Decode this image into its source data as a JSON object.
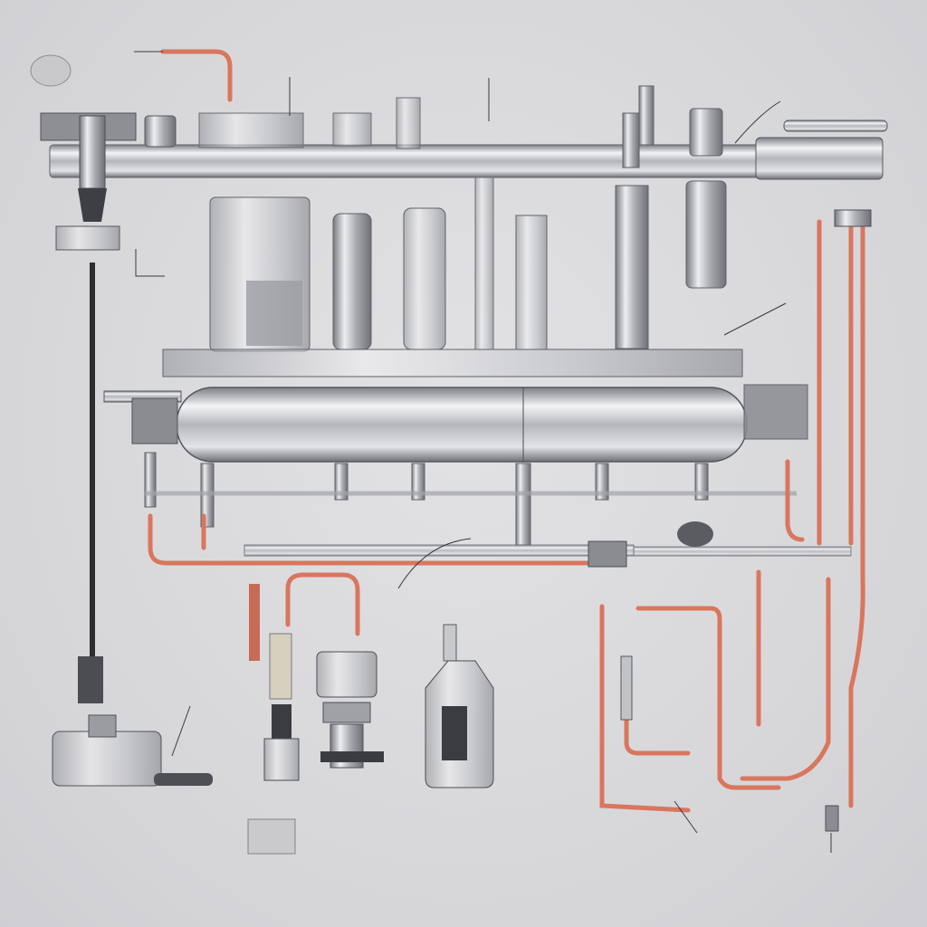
{
  "colors": {
    "background": "#d9d9dc",
    "pipe_copper": "#d9765e",
    "pipe_steel": "#9a9ca3",
    "ink": "#2a2a2e"
  },
  "labels": [
    {
      "id": "label-top-left",
      "lines": [
        "",
        "",
        ""
      ]
    },
    {
      "id": "label-top-2",
      "lines": [
        "",
        ""
      ]
    },
    {
      "id": "label-top-3",
      "lines": [
        "",
        ""
      ]
    },
    {
      "id": "label-top-4",
      "lines": [
        ""
      ]
    },
    {
      "id": "label-top-5",
      "lines": [
        "",
        ""
      ]
    },
    {
      "id": "label-top-right",
      "lines": [
        "",
        ""
      ]
    },
    {
      "id": "label-left-box",
      "lines": [
        ""
      ]
    },
    {
      "id": "label-mid-column",
      "lines": [
        "",
        ""
      ]
    },
    {
      "id": "label-right-mid",
      "lines": [
        ""
      ]
    },
    {
      "id": "label-valve",
      "lines": [
        ""
      ]
    },
    {
      "id": "label-bottom-left-a",
      "lines": [
        "",
        ""
      ]
    },
    {
      "id": "label-bottom-left-b",
      "lines": [
        ""
      ]
    },
    {
      "id": "label-center-a",
      "lines": [
        "",
        ""
      ]
    },
    {
      "id": "label-center-b",
      "lines": [
        "",
        ""
      ]
    },
    {
      "id": "label-right-lower",
      "lines": [
        "",
        ""
      ]
    },
    {
      "id": "label-bottom-1",
      "lines": [
        "",
        ""
      ]
    },
    {
      "id": "label-bottom-2",
      "lines": [
        "",
        ""
      ]
    },
    {
      "id": "label-bottom-3",
      "lines": [
        ""
      ]
    },
    {
      "id": "label-bottom-4",
      "lines": [
        "",
        ""
      ]
    },
    {
      "id": "label-bottom-5",
      "lines": [
        "",
        ""
      ]
    },
    {
      "id": "label-bottom-6",
      "lines": [
        ""
      ]
    },
    {
      "id": "label-bottom-right",
      "lines": [
        "",
        "",
        ""
      ]
    }
  ]
}
